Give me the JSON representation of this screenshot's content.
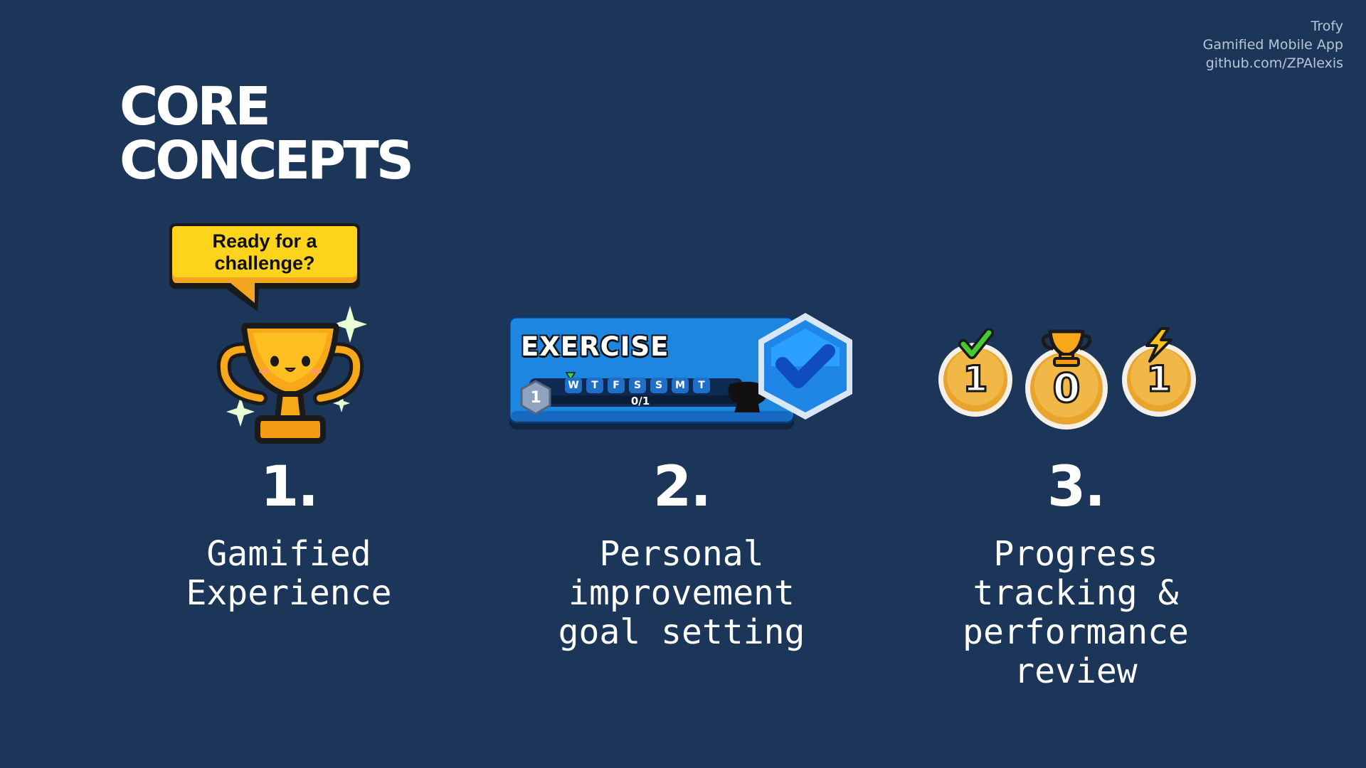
{
  "credit": {
    "app_name": "Trofy",
    "subtitle": "Gamified Mobile App",
    "link": "github.com/ZPAlexis"
  },
  "title": {
    "line1": "CORE",
    "line2": "CONCEPTS"
  },
  "concepts": [
    {
      "number": "1.",
      "lines": [
        "Gamified",
        "Experience"
      ],
      "illustration": {
        "speech_bubble_lines": [
          "Ready for a",
          "challenge?"
        ],
        "icon": "trophy-mascot"
      }
    },
    {
      "number": "2.",
      "lines": [
        "Personal",
        "improvement",
        "goal setting"
      ],
      "illustration": {
        "card_title": "EXERCISE",
        "level": "1",
        "days": [
          "W",
          "T",
          "F",
          "S",
          "S",
          "M",
          "T"
        ],
        "progress": "0/1",
        "icon": "check-badge"
      }
    },
    {
      "number": "3.",
      "lines": [
        "Progress",
        "tracking &",
        "performance",
        "review"
      ],
      "illustration": {
        "medals": [
          {
            "icon": "checkmark",
            "value": "1"
          },
          {
            "icon": "trophy",
            "value": "0"
          },
          {
            "icon": "lightning",
            "value": "1"
          }
        ]
      }
    }
  ],
  "colors": {
    "background": "#1c3659",
    "gold": "#f3a521",
    "card_blue": "#1d86e0",
    "bubble_yellow": "#fdd31c"
  }
}
